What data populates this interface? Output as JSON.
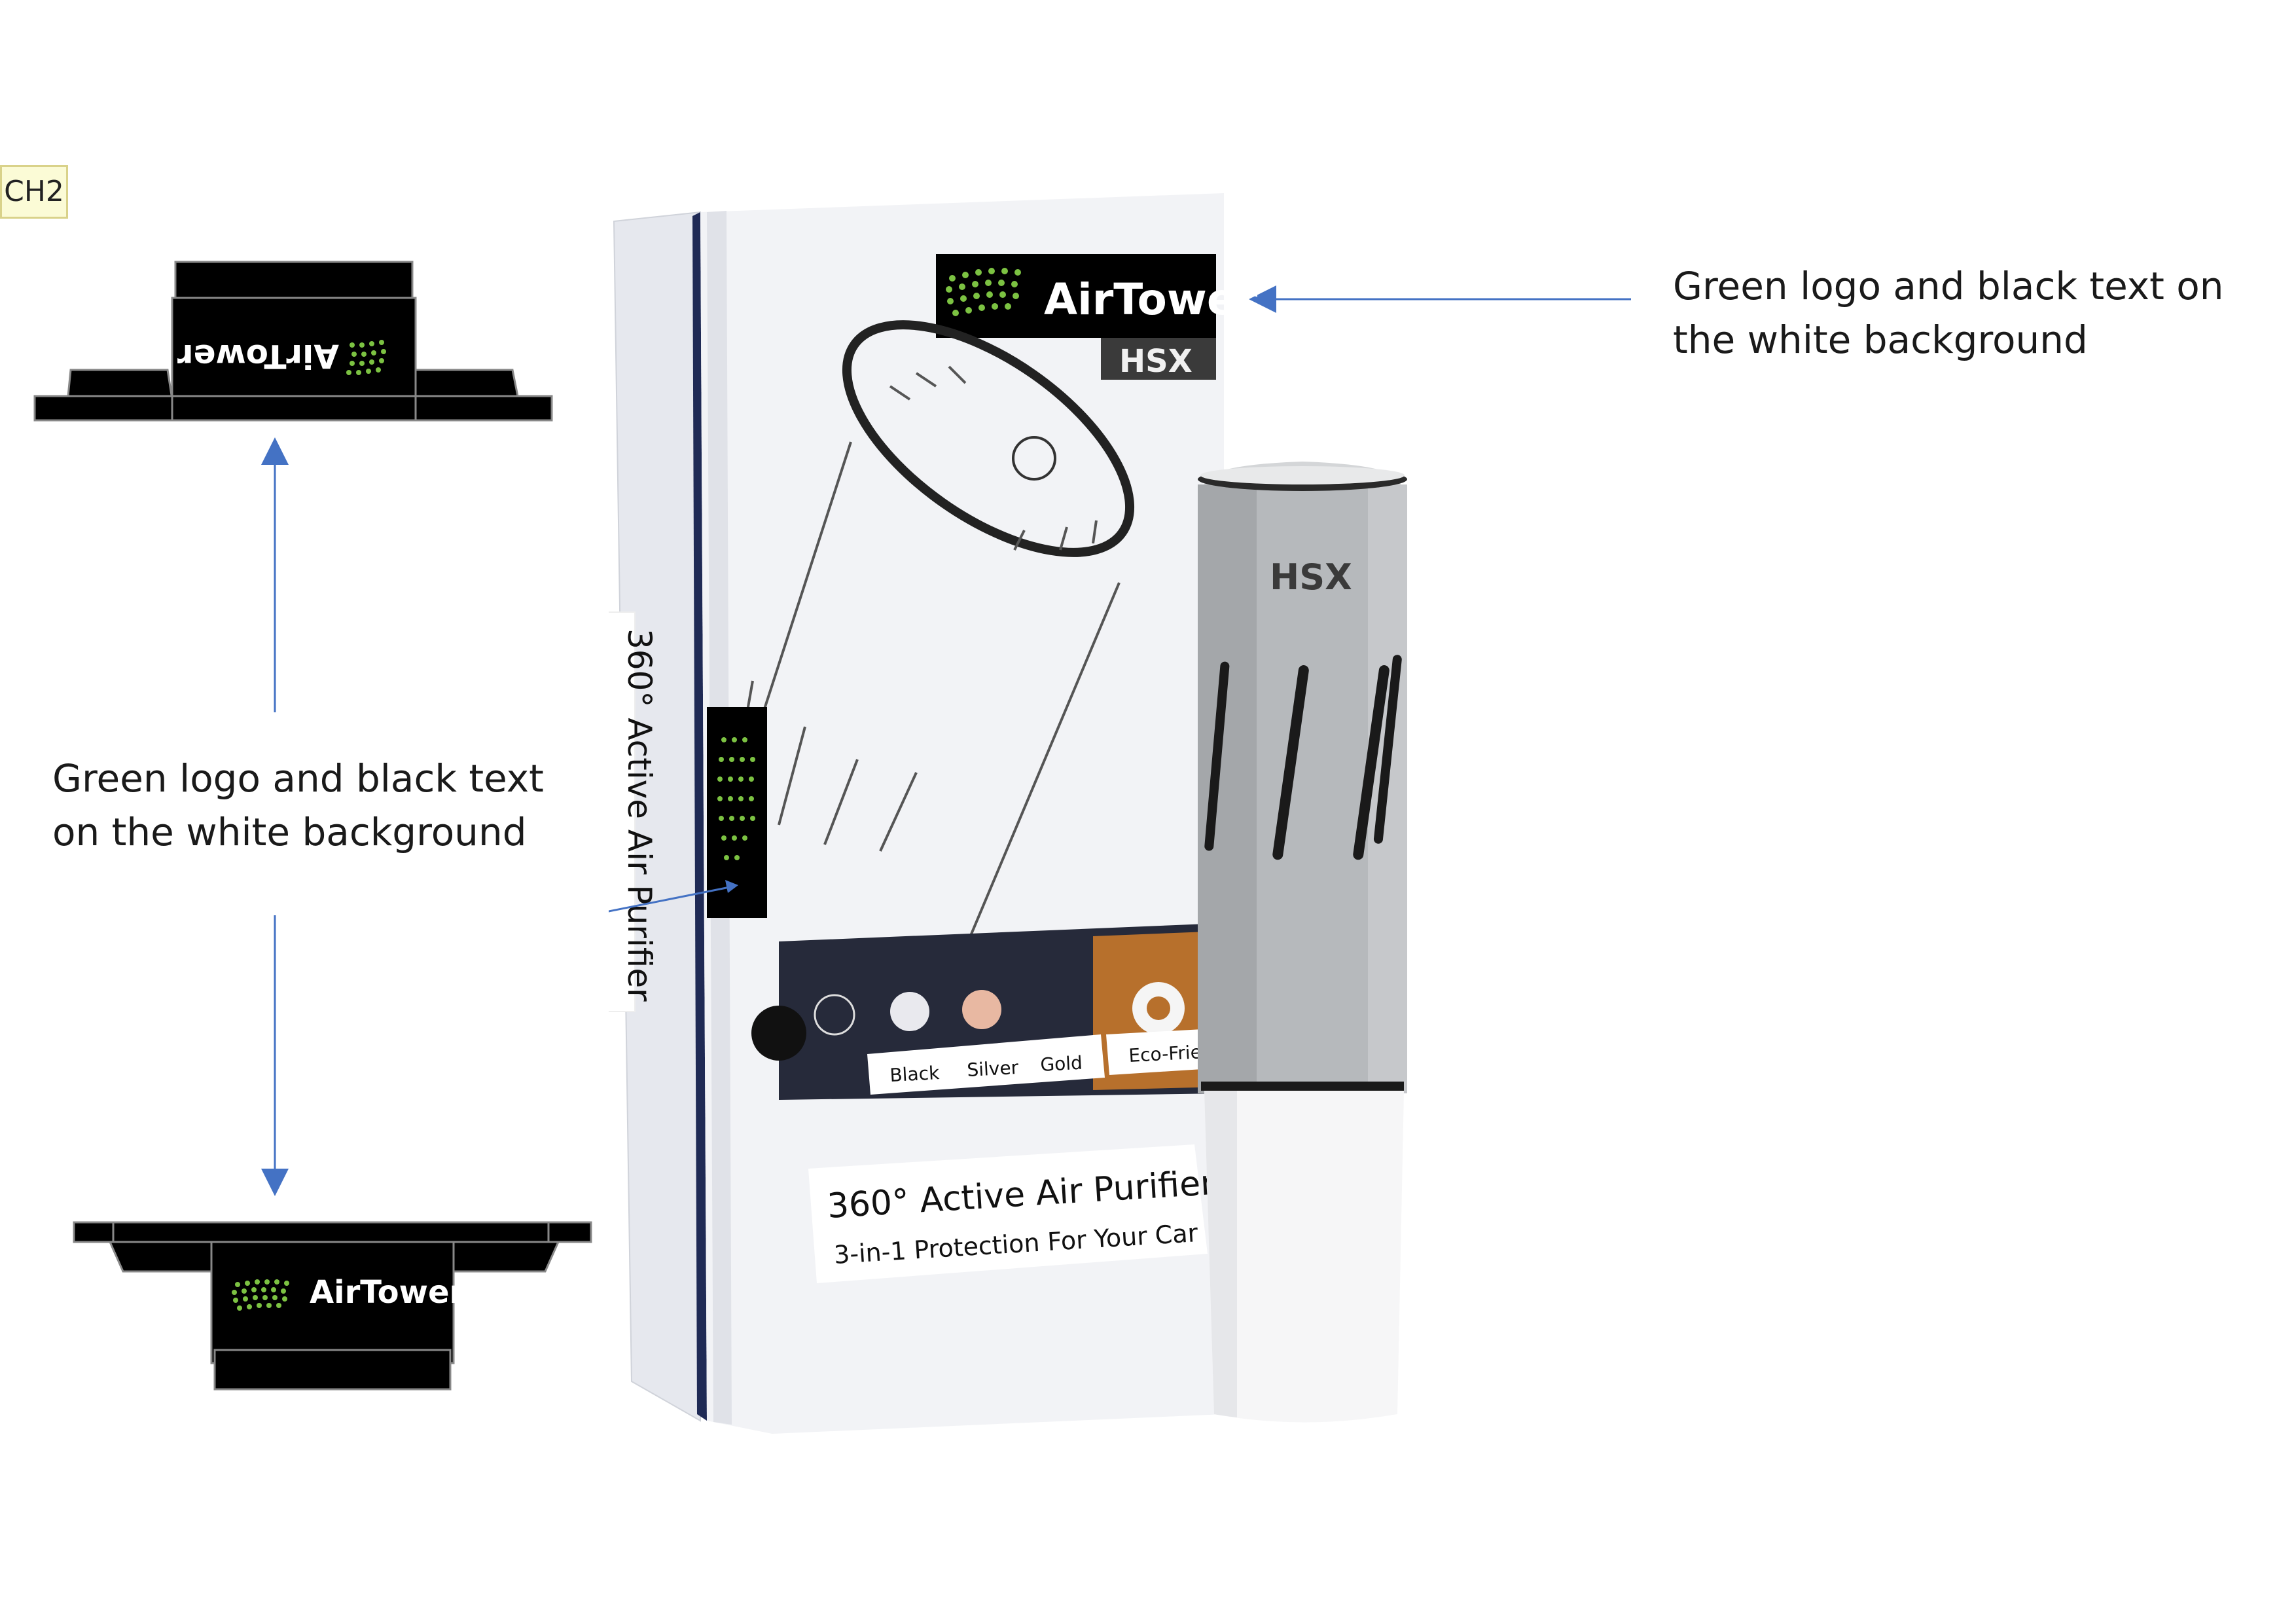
{
  "tag": "CH2",
  "brand": "AirTower",
  "sub_brand": "HSX",
  "annotation_right": [
    "Green logo and black text on",
    "the white background"
  ],
  "annotation_left": [
    "Green logo and black text",
    "on the white background"
  ],
  "product_title": "360° Active Air Purifier",
  "product_subtitle": "3-in-1 Protection For Your Car",
  "colors_options": [
    "Black",
    "Silver",
    "Gold"
  ],
  "eco_label": "Eco-Friendly",
  "palette": {
    "black": "#000000",
    "logo_green": "#7cc242",
    "arrow_blue": "#4472c4",
    "silver": "#b6b9bc"
  }
}
